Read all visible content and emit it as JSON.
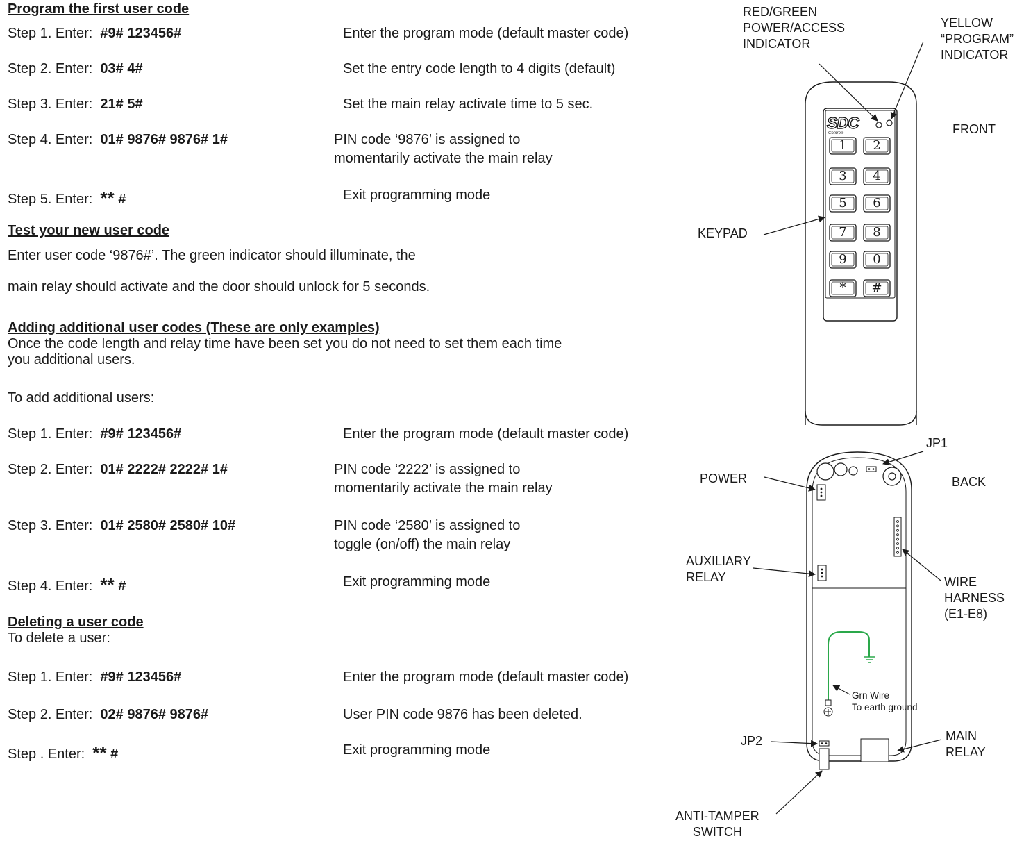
{
  "sections": {
    "first": {
      "title": "Program the first user code",
      "steps": [
        {
          "label": "Step 1. Enter:",
          "code": "#9#  123456#",
          "desc": "Enter the program mode (default master code)"
        },
        {
          "label": "Step 2. Enter:",
          "code": "03#  4#",
          "desc": "Set the entry code length to 4 digits (default)"
        },
        {
          "label": "Step 3. Enter:",
          "code": "21# 5#",
          "desc": "Set the main relay activate time to 5 sec."
        },
        {
          "label": "Step 4. Enter:",
          "code": "01# 9876# 9876# 1#",
          "desc": "PIN code ‘9876’ is assigned to",
          "desc2": "momentarily activate  the main relay"
        },
        {
          "label": "Step 5. Enter:",
          "code_big": "**",
          "code": " #",
          "desc": "Exit programming mode"
        }
      ]
    },
    "test": {
      "title": "Test  your new user code",
      "line1": "Enter user code ‘9876#’. The green indicator should illuminate, the",
      "line2": "main relay should activate and the  door should unlock for 5 seconds."
    },
    "adding": {
      "title": "Adding additional user codes  (These are only examples)",
      "intro1": "Once the code length and relay time have been set  you do not need to set them each time",
      "intro2": "you additional  users.",
      "lead": "To add additional users:",
      "steps": [
        {
          "label": "Step 1. Enter:",
          "code": "#9#  123456#",
          "desc": "Enter the program mode (default master code)"
        },
        {
          "label": "Step 2. Enter:",
          "code": "01# 2222# 2222# 1#",
          "desc": "PIN code ‘2222’ is assigned to",
          "desc2": "momentarily activate the main relay"
        },
        {
          "label": "Step 3. Enter:",
          "code": "01# 2580# 2580# 10#",
          "desc": "PIN code ‘2580’ is assigned to",
          "desc2": "toggle (on/off) the main relay"
        },
        {
          "label": "Step 4. Enter:",
          "code_big": "**",
          "code": " #",
          "desc": "Exit programming mode"
        }
      ]
    },
    "deleting": {
      "title": "Deleting a  user code",
      "lead": "To delete a user:",
      "steps": [
        {
          "label": "Step 1. Enter:",
          "code": "#9#  123456#",
          "desc": "Enter the program mode (default master code)"
        },
        {
          "label": "Step 2. Enter:",
          "code": "02#  9876# 9876#",
          "desc": "User PIN code 9876 has been deleted."
        },
        {
          "label": "Step . Enter:",
          "code_big": "**",
          "code": " #",
          "desc": "Exit programming mode"
        }
      ]
    }
  },
  "diagram": {
    "front_labels": {
      "red_green": [
        "RED/GREEN",
        "POWER/ACCESS",
        "INDICATOR"
      ],
      "yellow": [
        "YELLOW",
        "“PROGRAM”",
        "INDICATOR"
      ],
      "front": "FRONT",
      "keypad": "KEYPAD"
    },
    "logo": "SDC",
    "logo_sub": "Controls",
    "keys": [
      "1",
      "2",
      "3",
      "4",
      "5",
      "6",
      "7",
      "8",
      "9",
      "0",
      "*",
      "#"
    ],
    "back_labels": {
      "jp1": "JP1",
      "power": "POWER",
      "back": "BACK",
      "aux": [
        "AUXILIARY",
        "RELAY"
      ],
      "wire": [
        "WIRE",
        "HARNESS",
        "(E1-E8)"
      ],
      "grn": [
        "Grn Wire",
        "To earth ground"
      ],
      "jp2": "JP2",
      "main_relay": [
        "MAIN",
        "RELAY"
      ],
      "tamper": [
        "ANTI-TAMPER",
        "SWITCH"
      ]
    },
    "colors": {
      "ground_wire": "#2aa84a",
      "ink": "#1a1a1a"
    }
  }
}
